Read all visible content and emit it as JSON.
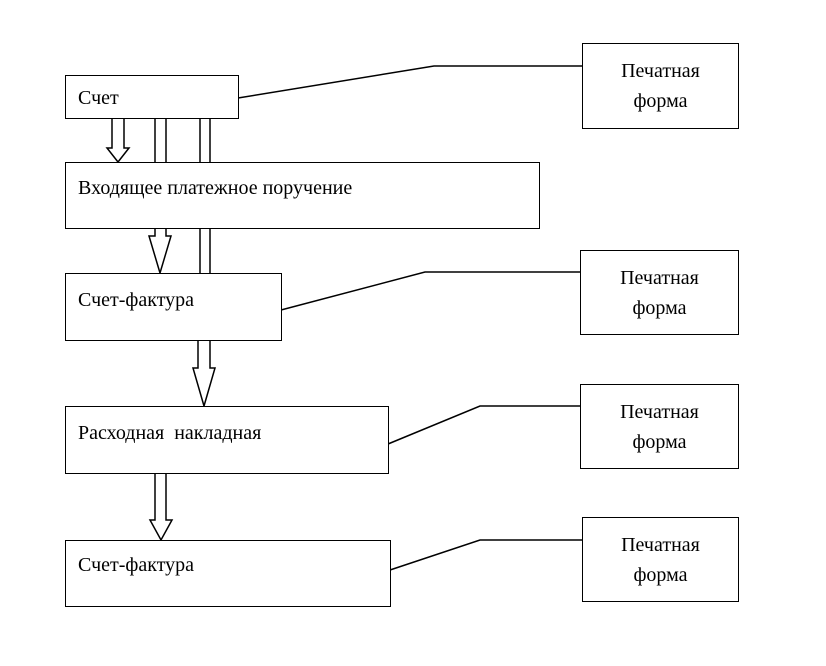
{
  "diagram": {
    "nodes": [
      {
        "id": "invoice",
        "label": "Счет"
      },
      {
        "id": "incoming-payment",
        "label": "Входящее платежное поручение"
      },
      {
        "id": "tax-invoice-1",
        "label": "Счет-фактура"
      },
      {
        "id": "waybill",
        "label": "Расходная  накладная"
      },
      {
        "id": "tax-invoice-2",
        "label": "Счет-фактура"
      }
    ],
    "print_forms": [
      {
        "line1": "Печатная",
        "line2": "форма"
      },
      {
        "line1": "Печатная",
        "line2": "форма"
      },
      {
        "line1": "Печатная",
        "line2": "форма"
      },
      {
        "line1": "Печатная",
        "line2": "форма"
      }
    ],
    "edges": [
      {
        "from": "invoice",
        "to": "incoming-payment",
        "style": "hollow-arrow"
      },
      {
        "from": "invoice",
        "to": "tax-invoice-1",
        "style": "hollow-arrow"
      },
      {
        "from": "invoice",
        "to": "waybill",
        "style": "hollow-arrow"
      },
      {
        "from": "incoming-payment",
        "to": "tax-invoice-1",
        "style": "hollow-arrow"
      },
      {
        "from": "tax-invoice-1",
        "to": "waybill",
        "style": "hollow-arrow"
      },
      {
        "from": "waybill",
        "to": "tax-invoice-2",
        "style": "hollow-arrow"
      }
    ],
    "colors": {
      "stroke": "#000000",
      "fill": "#ffffff"
    }
  }
}
